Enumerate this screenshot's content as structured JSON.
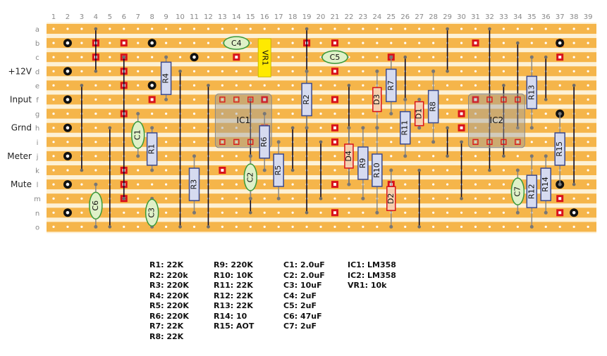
{
  "columns": [
    "1",
    "2",
    "3",
    "4",
    "5",
    "6",
    "7",
    "8",
    "9",
    "10",
    "11",
    "12",
    "13",
    "14",
    "15",
    "16",
    "17",
    "18",
    "19",
    "20",
    "21",
    "22",
    "23",
    "24",
    "25",
    "26",
    "27",
    "28",
    "29",
    "30",
    "31",
    "32",
    "33",
    "34",
    "35",
    "36",
    "37",
    "38",
    "39"
  ],
  "rows": [
    "a",
    "b",
    "c",
    "d",
    "e",
    "f",
    "g",
    "h",
    "i",
    "j",
    "k",
    "l",
    "m",
    "n",
    "o"
  ],
  "side_labels": [
    {
      "text": "+12V",
      "row": "d"
    },
    {
      "text": "Input",
      "row": "f"
    },
    {
      "text": "Grnd",
      "row": "h"
    },
    {
      "text": "Meter",
      "row": "j"
    },
    {
      "text": "Mute",
      "row": "l"
    }
  ],
  "resistors": [
    {
      "name": "R1",
      "col": 8,
      "r1": "h",
      "r2": "k"
    },
    {
      "name": "R2",
      "col": 19,
      "r1": "d",
      "r2": "h"
    },
    {
      "name": "R3",
      "col": 11,
      "r1": "j",
      "r2": "n"
    },
    {
      "name": "R4",
      "col": 9,
      "r1": "c",
      "r2": "f"
    },
    {
      "name": "R5",
      "col": 17,
      "r1": "i",
      "r2": "m"
    },
    {
      "name": "R6",
      "col": 16,
      "r1": "g",
      "r2": "k"
    },
    {
      "name": "R7",
      "col": 25,
      "r1": "c",
      "r2": "g"
    },
    {
      "name": "R8",
      "col": 28,
      "r1": "d",
      "r2": "i"
    },
    {
      "name": "R9",
      "col": 23,
      "r1": "h",
      "r2": "m"
    },
    {
      "name": "R10",
      "col": 24,
      "r1": "h",
      "r2": "n"
    },
    {
      "name": "R11",
      "col": 26,
      "r1": "f",
      "r2": "j"
    },
    {
      "name": "R12",
      "col": 35,
      "r1": "j",
      "r2": "o"
    },
    {
      "name": "R13",
      "col": 35,
      "r1": "c",
      "r2": "h"
    },
    {
      "name": "R14",
      "col": 36,
      "r1": "j",
      "r2": "n"
    },
    {
      "name": "R15",
      "col": 37,
      "r1": "g",
      "r2": "l"
    }
  ],
  "diodes": [
    {
      "name": "D1",
      "col": 27,
      "r1": "f",
      "r2": "h"
    },
    {
      "name": "D2",
      "col": 25,
      "r1": "k",
      "r2": "o"
    },
    {
      "name": "D3",
      "col": 24,
      "r1": "d",
      "r2": "h"
    },
    {
      "name": "D4",
      "col": 22,
      "r1": "h",
      "r2": "l"
    }
  ],
  "capacitors": [
    {
      "name": "C1",
      "col": 7,
      "r1": "g",
      "r2": "j",
      "orient": "v"
    },
    {
      "name": "C2",
      "col": 15,
      "r1": "j",
      "r2": "m",
      "orient": "v"
    },
    {
      "name": "C3",
      "col": 8,
      "r1": "m",
      "r2": "o",
      "orient": "v"
    },
    {
      "name": "C4",
      "col": 14,
      "row": "b",
      "orient": "h"
    },
    {
      "name": "C5",
      "col": 21,
      "row": "c",
      "orient": "h"
    },
    {
      "name": "C6",
      "col": 4,
      "r1": "l",
      "r2": "o",
      "orient": "v"
    },
    {
      "name": "C7",
      "col": 34,
      "r1": "k",
      "r2": "n",
      "orient": "v"
    }
  ],
  "trimmer": {
    "name": "VR1",
    "col": 16,
    "r1": "b",
    "r2": "d"
  },
  "ics": [
    {
      "name": "IC1",
      "c1": 13,
      "c2": 16,
      "r1": "f",
      "r2": "i"
    },
    {
      "name": "IC2",
      "c1": 31,
      "c2": 34,
      "r1": "f",
      "r2": "i"
    }
  ],
  "parts_list": {
    "col1": [
      "R1: 22K",
      "R2: 220k",
      "R3: 220K",
      "R4: 220K",
      "R5: 220K",
      "R6: 220K",
      "R7: 22K",
      "R8: 22K"
    ],
    "col2": [
      "R9: 220K",
      "R10: 10K",
      "R11: 22K",
      "R12: 22K",
      "R13: 22K",
      "R14: 10",
      "R15: AOT"
    ],
    "col3": [
      "C1: 2.0uF",
      "C2: 2.0uF",
      "C3: 10uF",
      "C4: 2uF",
      "C5: 2uF",
      "C6: 47uF",
      "C7: 2uF"
    ],
    "col4": [
      "IC1: LM358",
      "IC2: LM358",
      "VR1: 10k"
    ]
  },
  "colors": {
    "strip": "#f5b54a",
    "gap": "#fdf1d6",
    "hole": "#ffffff",
    "cut": "#d9121b",
    "wire": "#0a0a2a",
    "resistor_body": "#d6dbf0",
    "diode_body": "#f6d0b0",
    "cap_body": "#dff1c8",
    "ic_body": "#9d9d9d",
    "trim": "#ffea00"
  }
}
